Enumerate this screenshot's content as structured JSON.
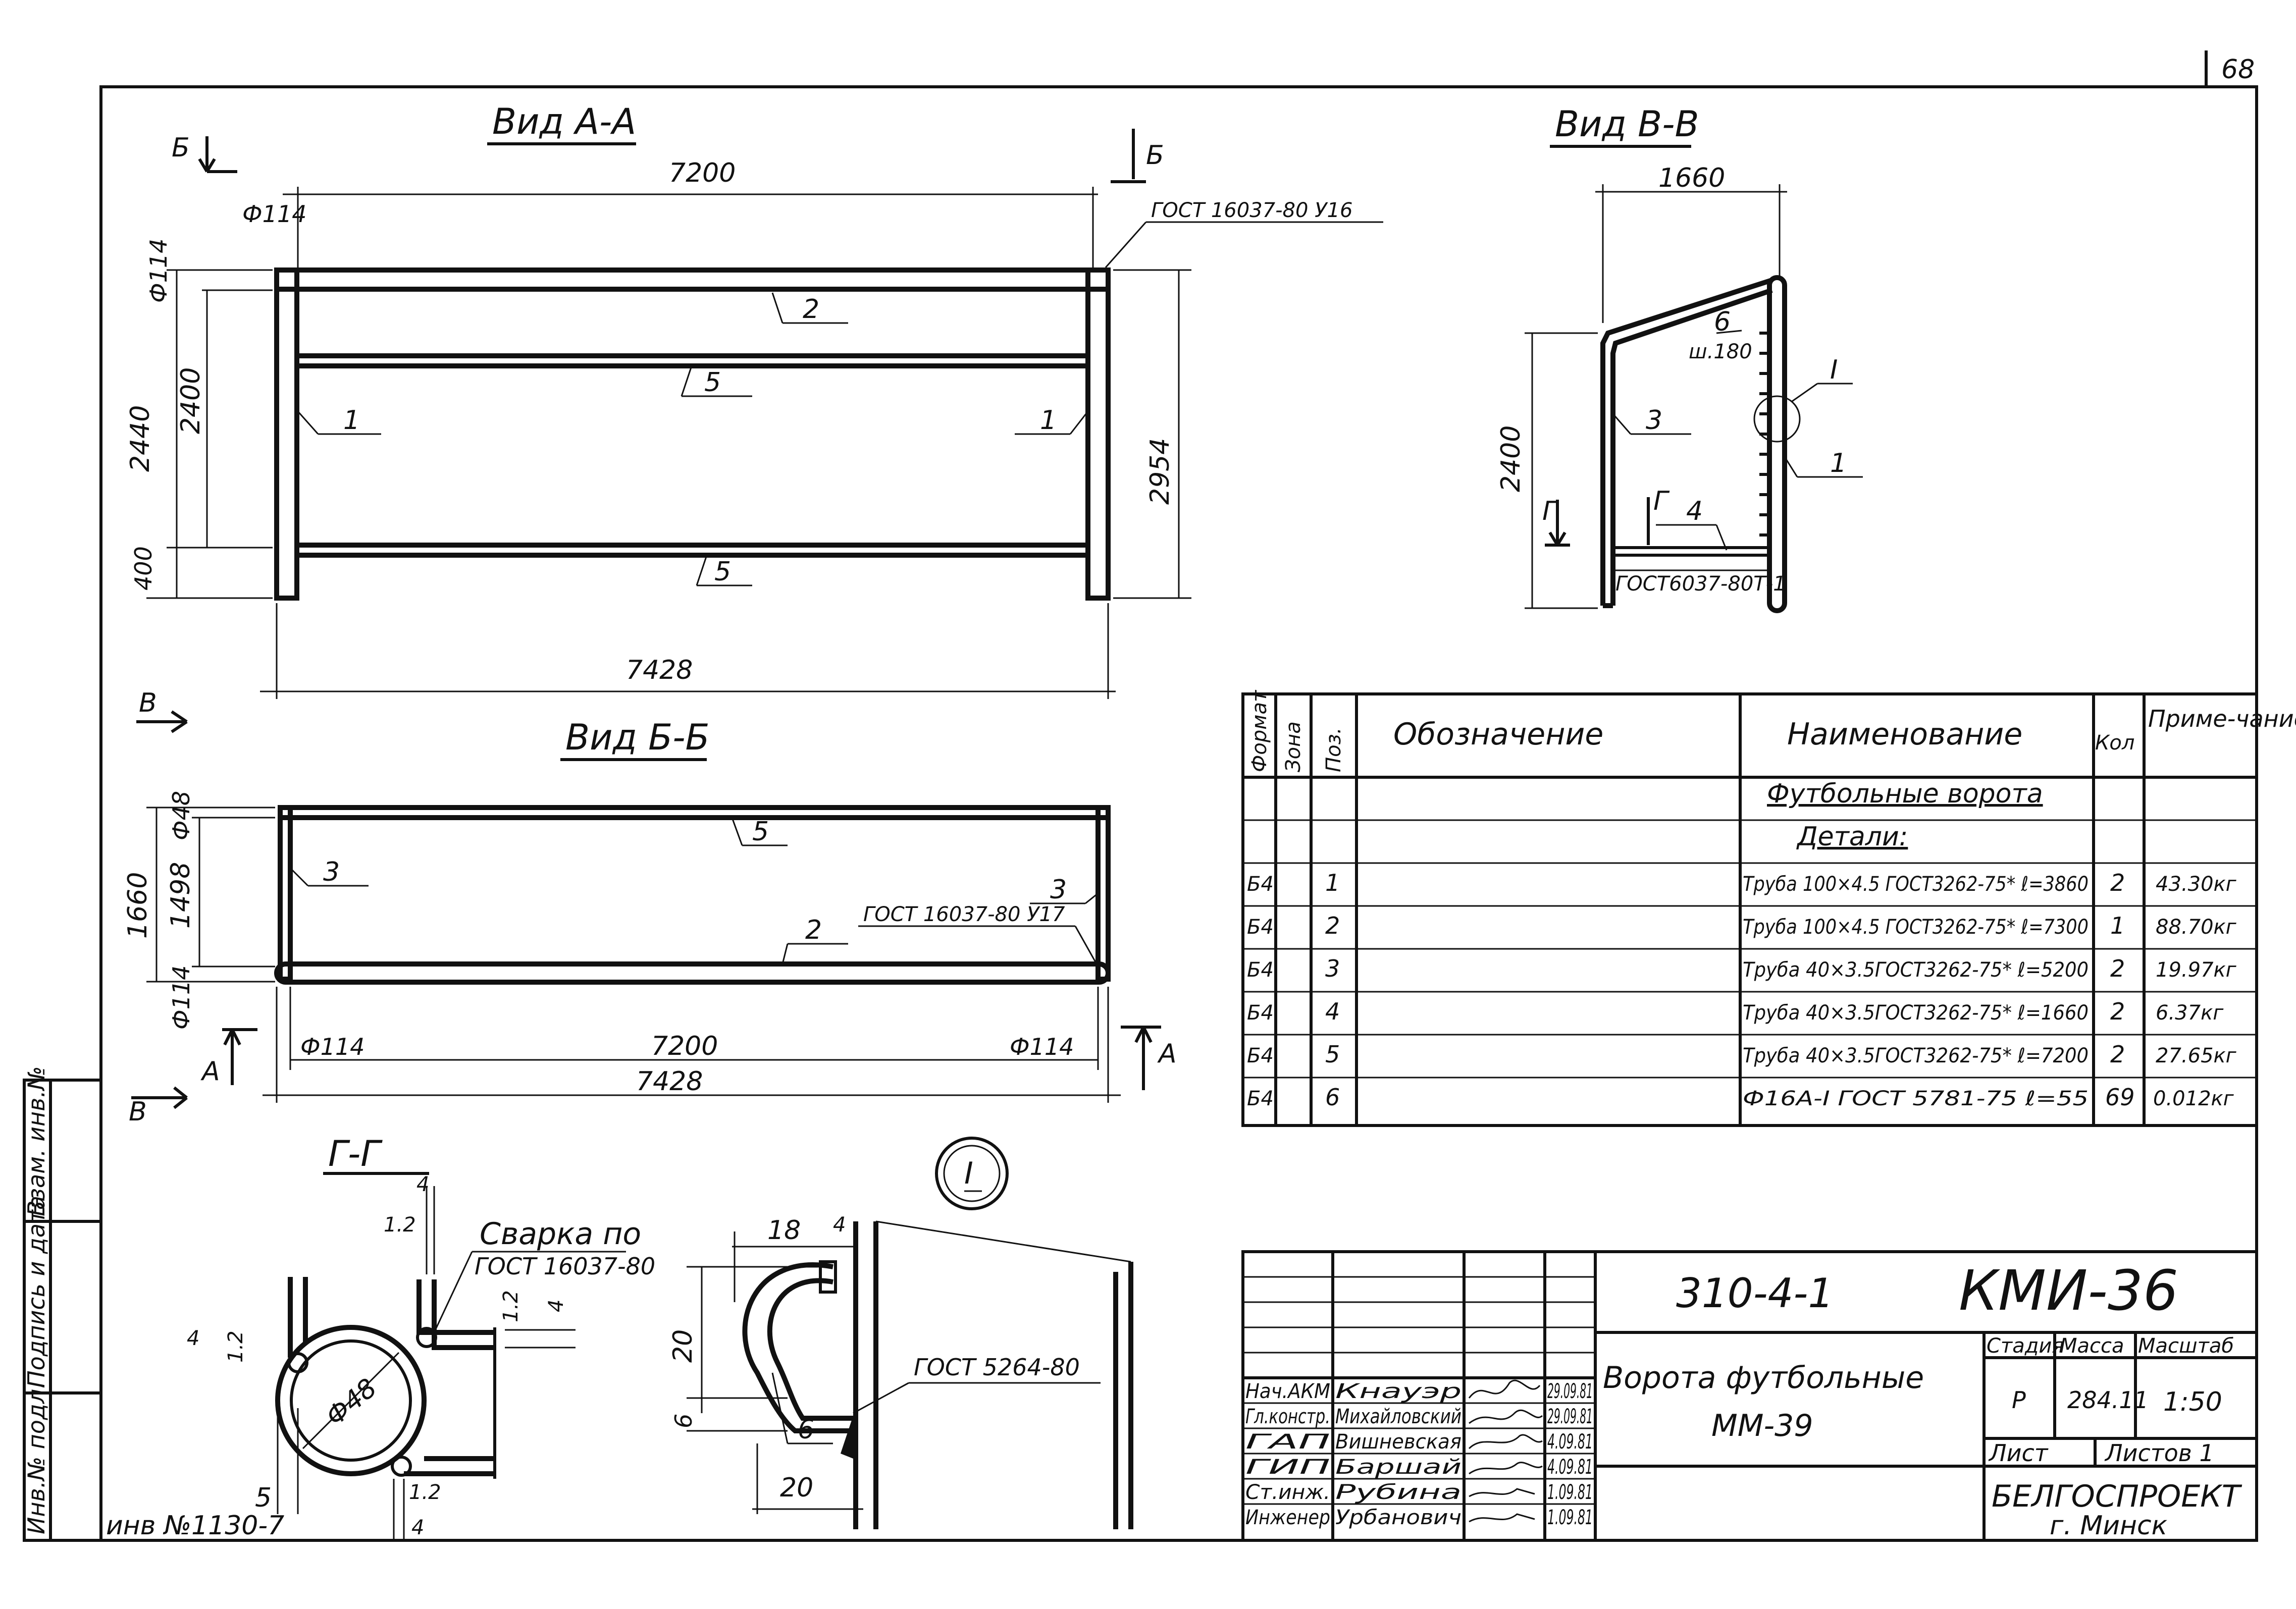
{
  "sheet_number": "68",
  "views": {
    "view_aa": {
      "title": "Вид А-А",
      "cut_marker": "Б",
      "dim_top": "7200",
      "dim_bottom": "7428",
      "dim_height_outer": "2440",
      "dim_height_inner": "2400",
      "dim_base": "400",
      "dim_right": "2954",
      "dia_top_left": "Ф114",
      "dia_side": "Ф114",
      "weld_note": "ГОСТ 16037-80 У16",
      "pos_1": "1",
      "pos_2": "2",
      "pos_5": "5"
    },
    "view_bb": {
      "title": "Вид Б-Б",
      "cut_marker_v": "В",
      "cut_marker_a": "А",
      "dim_height_outer": "1660",
      "dim_height_inner": "1498",
      "dia_48": "Ф48",
      "dia_114": "Ф114",
      "dim_inner": "7200",
      "dim_outer": "7428",
      "weld_note": "ГОСТ 16037-80 У17",
      "pos_2": "2",
      "pos_3": "3",
      "pos_5": "5"
    },
    "view_vv": {
      "title": "Вид В-В",
      "dim_width": "1660",
      "dim_height": "2400",
      "pos_1": "1",
      "pos_3": "3",
      "pos_4": "4",
      "pos_6": "6",
      "pitch_note": "ш.180",
      "detail_mark": "I",
      "cut_marker": "Г",
      "weld_note": "ГОСТ6037-80Т-1"
    },
    "section_gg": {
      "title": "Г-Г",
      "weld_label": "Сварка по",
      "weld_note": "ГОСТ 16037-80",
      "dia": "Ф48",
      "dim_4": "4",
      "dim_12": "1.2",
      "dim_5": "5"
    },
    "detail_i": {
      "mark": "I",
      "dim_18": "18",
      "dim_4": "4",
      "dim_20": "20",
      "dim_6": "6",
      "pos": "6",
      "note": "ГОСТ 5264-80"
    }
  },
  "spec_table": {
    "headers": [
      "Формат",
      "Зона",
      "Поз.",
      "Обозначение",
      "Наименование",
      "Кол",
      "Приме-чание"
    ],
    "section_title": "Футбольные ворота",
    "subsection_title": "Детали:",
    "rows": [
      {
        "format": "Б4",
        "pos": "1",
        "name": "Труба 100×4.5 ГОСТ3262-75* ℓ=3860",
        "qty": "2",
        "note": "43.30кг"
      },
      {
        "format": "Б4",
        "pos": "2",
        "name": "Труба 100×4.5 ГОСТ3262-75* ℓ=7300",
        "qty": "1",
        "note": "88.70кг"
      },
      {
        "format": "Б4",
        "pos": "3",
        "name": "Труба 40×3.5ГОСТ3262-75* ℓ=5200",
        "qty": "2",
        "note": "19.97кг"
      },
      {
        "format": "Б4",
        "pos": "4",
        "name": "Труба 40×3.5ГОСТ3262-75* ℓ=1660",
        "qty": "2",
        "note": "6.37кг"
      },
      {
        "format": "Б4",
        "pos": "5",
        "name": "Труба 40×3.5ГОСТ3262-75* ℓ=7200",
        "qty": "2",
        "note": "27.65кг"
      },
      {
        "format": "Б4",
        "pos": "6",
        "name": "Ф16А-I ГОСТ 5781-75   ℓ=55",
        "qty": "69",
        "note": "0.012кг"
      }
    ]
  },
  "title_block": {
    "series": "310-4-1",
    "code": "КМИ-36",
    "title_line1": "Ворота футбольные",
    "title_line2": "ММ-39",
    "stage_label": "Стадия",
    "mass_label": "Масса",
    "scale_label": "Масштаб",
    "stage": "Р",
    "mass": "284.11",
    "scale": "1:50",
    "sheet_label": "Лист",
    "sheets_label": "Листов 1",
    "org": "БЕЛГОСПРОЕКТ",
    "city": "г. Минск",
    "staff": [
      {
        "role": "Нач.АКМ",
        "name": "Кнауэр",
        "date": "29.09.81"
      },
      {
        "role": "Гл.констр.",
        "name": "Михайловский",
        "date": "29.09.81"
      },
      {
        "role": "ГАП",
        "name": "Вишневская",
        "date": "4.09.81"
      },
      {
        "role": "ГИП",
        "name": "Баршай",
        "date": "4.09.81"
      },
      {
        "role": "Ст.инж.",
        "name": "Рубина",
        "date": "1.09.81"
      },
      {
        "role": "Инженер",
        "name": "Урбанович",
        "date": "1.09.81"
      }
    ]
  },
  "margin": {
    "col1": "Инв.№ подл.",
    "col2": "Подпись и дата",
    "col3": "Взам. инв.№",
    "inv_no": "инв №1130-7"
  }
}
